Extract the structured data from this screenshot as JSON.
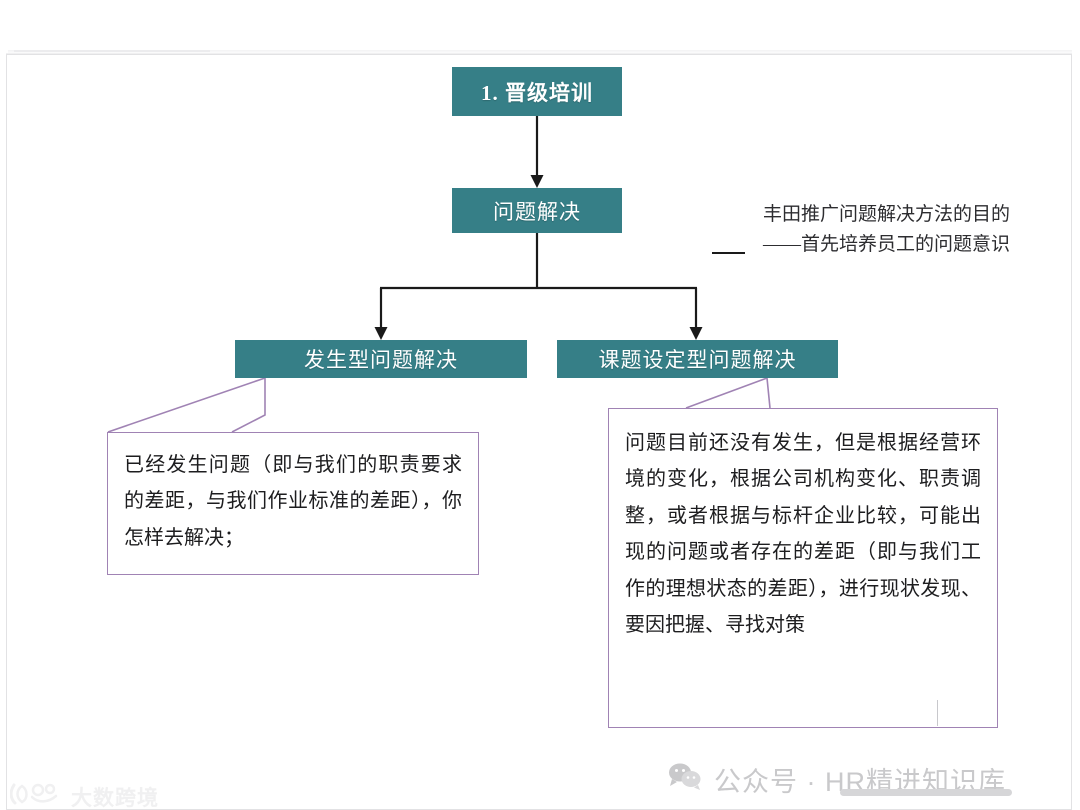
{
  "slide": {
    "title_box": "1. 晋级培训",
    "problem_box": "问题解决",
    "branch_left": "发生型问题解决",
    "branch_right": "课题设定型问题解决",
    "annotation": {
      "line1": "丰田推广问题解决方法的目的",
      "line2": "——首先培养员工的问题意识"
    },
    "callout_left": "已经发生问题（即与我们的职责要求的差距，与我们作业标准的差距），你怎样去解决；",
    "callout_right": "问题目前还没有发生，但是根据经营环境的变化，根据公司机构变化、职责调整，或者根据与标杆企业比较，可能出现的问题或者存在的差距（即与我们工作的理想状态的差距），进行现状发现、要因把握、寻找对策"
  },
  "watermark": {
    "icon": "wechat-icon",
    "text": "公众号 · HR精进知识库"
  },
  "logo": {
    "icon": "dashukuajing-logo-mark",
    "text": "大数跨境"
  },
  "colors": {
    "teal": "#367F87",
    "purple_border": "#A083B4",
    "connector": "#1a1a1a",
    "text": "#1d1d1f",
    "watermark": "#c9c9cb"
  }
}
